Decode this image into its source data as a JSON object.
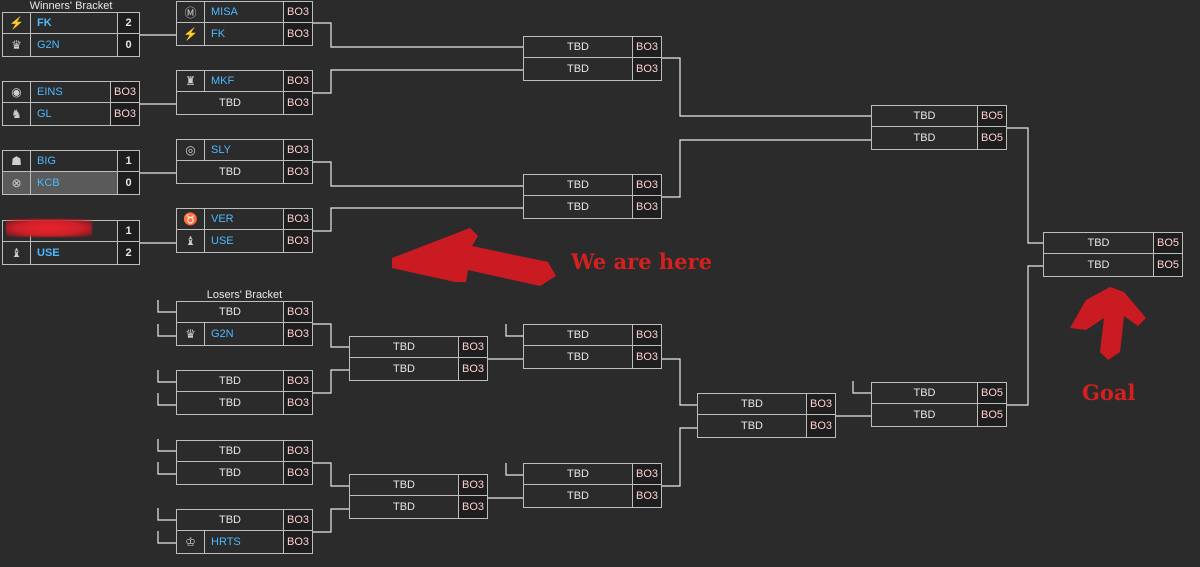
{
  "labels": {
    "winners": "Winners' Bracket",
    "losers": "Losers' Bracket"
  },
  "annotations": {
    "here": "We are here",
    "goal": "Goal"
  },
  "colors": {
    "background": "#2b2b2b",
    "team_name": "#4fb8ff",
    "format_text": "#ffd0d0",
    "border": "#bdbdbd",
    "annotation": "#d62020"
  },
  "round0": [
    {
      "teams": [
        {
          "icon": "fk-logo-icon",
          "name": "FK",
          "score": "2",
          "win": true
        },
        {
          "icon": "g2n-logo-icon",
          "name": "G2N",
          "score": "0"
        }
      ]
    },
    {
      "teams": [
        {
          "icon": "eins-logo-icon",
          "name": "EINS",
          "fmt": "BO3"
        },
        {
          "icon": "gl-logo-icon",
          "name": "GL",
          "fmt": "BO3"
        }
      ]
    },
    {
      "teams": [
        {
          "icon": "big-logo-icon",
          "name": "BIG",
          "score": "1"
        },
        {
          "icon": "kcb-logo-icon",
          "name": "KCB",
          "score": "0"
        }
      ]
    },
    {
      "teams": [
        {
          "icon": "redacted-logo-icon",
          "name": "",
          "score": "1"
        },
        {
          "icon": "use-logo-icon",
          "name": "USE",
          "score": "2",
          "win": true
        }
      ]
    }
  ],
  "wb_r1": [
    {
      "teams": [
        {
          "icon": "misa-logo-icon",
          "name": "MISA",
          "fmt": "BO3"
        },
        {
          "icon": "fk-logo-icon",
          "name": "FK",
          "fmt": "BO3"
        }
      ]
    },
    {
      "teams": [
        {
          "icon": "mkf-logo-icon",
          "name": "MKF",
          "fmt": "BO3"
        },
        {
          "name": "TBD",
          "fmt": "BO3"
        }
      ]
    },
    {
      "teams": [
        {
          "icon": "sly-logo-icon",
          "name": "SLY",
          "fmt": "BO3"
        },
        {
          "name": "TBD",
          "fmt": "BO3"
        }
      ]
    },
    {
      "teams": [
        {
          "icon": "ver-logo-icon",
          "name": "VER",
          "fmt": "BO3"
        },
        {
          "icon": "use-logo-icon",
          "name": "USE",
          "fmt": "BO3"
        }
      ]
    }
  ],
  "wb_r2": [
    {
      "teams": [
        {
          "name": "TBD",
          "fmt": "BO3"
        },
        {
          "name": "TBD",
          "fmt": "BO3"
        }
      ]
    },
    {
      "teams": [
        {
          "name": "TBD",
          "fmt": "BO3"
        },
        {
          "name": "TBD",
          "fmt": "BO3"
        }
      ]
    }
  ],
  "wb_final": {
    "teams": [
      {
        "name": "TBD",
        "fmt": "BO5"
      },
      {
        "name": "TBD",
        "fmt": "BO5"
      }
    ]
  },
  "grand_final": {
    "teams": [
      {
        "name": "TBD",
        "fmt": "BO5"
      },
      {
        "name": "TBD",
        "fmt": "BO5"
      }
    ]
  },
  "lb_r1": [
    {
      "teams": [
        {
          "name": "TBD",
          "fmt": "BO3"
        },
        {
          "icon": "g2n-logo-icon",
          "name": "G2N",
          "fmt": "BO3"
        }
      ]
    },
    {
      "teams": [
        {
          "name": "TBD",
          "fmt": "BO3"
        },
        {
          "name": "TBD",
          "fmt": "BO3"
        }
      ]
    },
    {
      "teams": [
        {
          "name": "TBD",
          "fmt": "BO3"
        },
        {
          "name": "TBD",
          "fmt": "BO3"
        }
      ]
    },
    {
      "teams": [
        {
          "name": "TBD",
          "fmt": "BO3"
        },
        {
          "icon": "hrts-logo-icon",
          "name": "HRTS",
          "fmt": "BO3"
        }
      ]
    }
  ],
  "lb_r2": [
    {
      "teams": [
        {
          "name": "TBD",
          "fmt": "BO3"
        },
        {
          "name": "TBD",
          "fmt": "BO3"
        }
      ]
    },
    {
      "teams": [
        {
          "name": "TBD",
          "fmt": "BO3"
        },
        {
          "name": "TBD",
          "fmt": "BO3"
        }
      ]
    }
  ],
  "lb_r3": [
    {
      "teams": [
        {
          "name": "TBD",
          "fmt": "BO3"
        },
        {
          "name": "TBD",
          "fmt": "BO3"
        }
      ]
    },
    {
      "teams": [
        {
          "name": "TBD",
          "fmt": "BO3"
        },
        {
          "name": "TBD",
          "fmt": "BO3"
        }
      ]
    }
  ],
  "lb_r4": {
    "teams": [
      {
        "name": "TBD",
        "fmt": "BO3"
      },
      {
        "name": "TBD",
        "fmt": "BO3"
      }
    ]
  },
  "lb_final": {
    "teams": [
      {
        "name": "TBD",
        "fmt": "BO5"
      },
      {
        "name": "TBD",
        "fmt": "BO5"
      }
    ]
  }
}
